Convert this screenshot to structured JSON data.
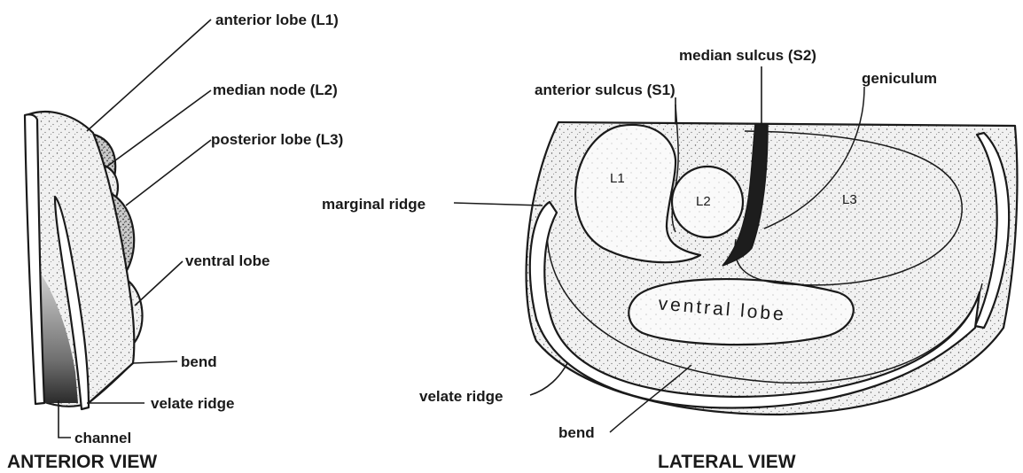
{
  "anterior_view": {
    "caption": "ANTERIOR VIEW",
    "labels": {
      "anterior_lobe": "anterior lobe (L1)",
      "median_node": "median node (L2)",
      "posterior_lobe": "posterior lobe (L3)",
      "ventral_lobe": "ventral lobe",
      "bend": "bend",
      "velate_ridge": "velate ridge",
      "channel": "channel"
    }
  },
  "lateral_view": {
    "caption": "LATERAL VIEW",
    "labels": {
      "median_sulcus": "median sulcus (S2)",
      "anterior_sulcus": "anterior sulcus (S1)",
      "geniculum": "geniculum",
      "marginal_ridge": "marginal ridge",
      "velate_ridge": "velate ridge",
      "bend": "bend"
    },
    "in_figure": {
      "l1": "L1",
      "l2": "L2",
      "l3": "L3",
      "ventral_lobe": "ventral lobe"
    }
  }
}
